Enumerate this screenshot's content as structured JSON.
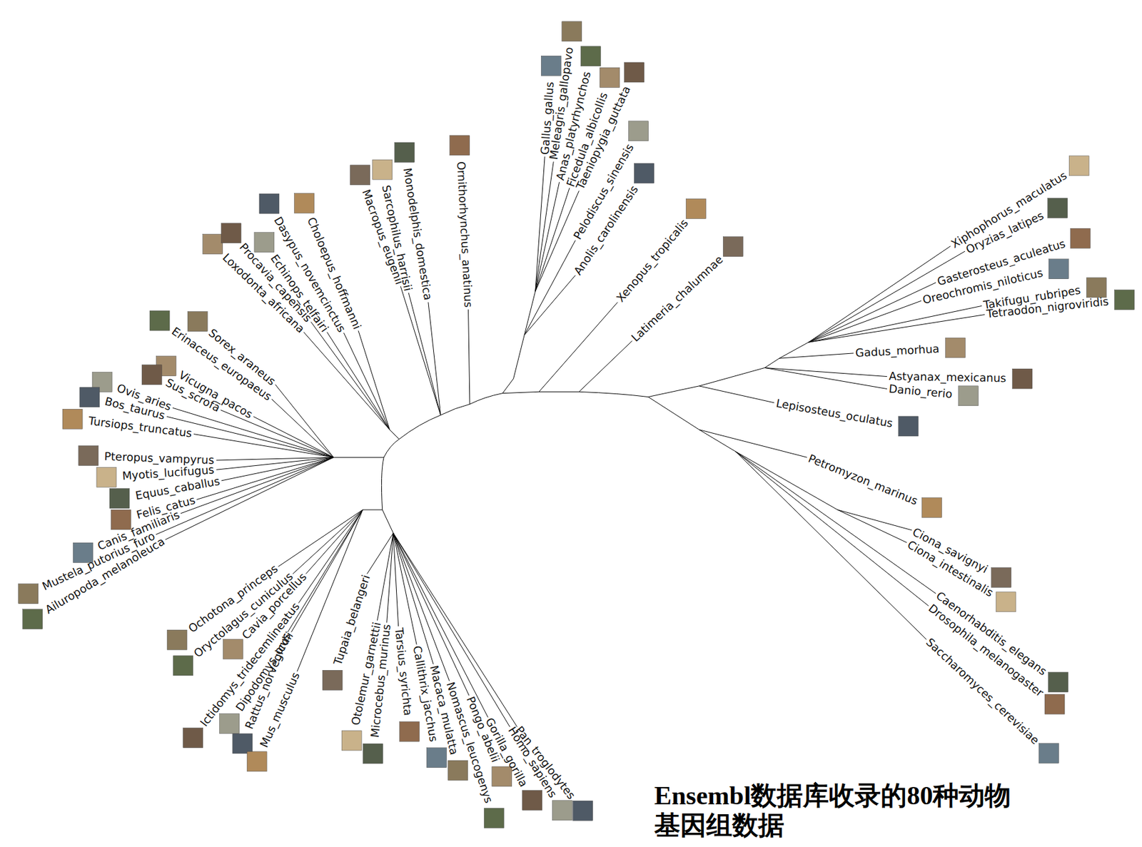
{
  "diagram": {
    "title": "Ensembl数据库收录的80种动物基因组数据",
    "labels": [
      "Sorex_araneus",
      "Erinaceus_europaeus",
      "Vicugna_pacos",
      "Sus_scrofa",
      "Ovis_aries",
      "Bos_taurus",
      "Tursiops_truncatus",
      "Pteropus_vampyrus",
      "Myotis_lucifugus",
      "Equus_caballus",
      "Felis_catus",
      "Canis_familiaris",
      "Mustela_putorius_furo",
      "Ailuropoda_melanoleuca",
      "Loxodonta_africana",
      "Procavia_capensis",
      "Echinops_telfairi",
      "Dasypus_novemcinctus",
      "Choloepus_hoffmanni",
      "Macropus_eugenii",
      "Sarcophilus_harrisii",
      "Monodelphis_domestica",
      "Ornithorhynchus_anatinus",
      "Gallus_gallus",
      "Meleagris_gallopavo",
      "Anas_platyrhynchos",
      "Ficedula_albicollis",
      "Taeniopygia_guttata",
      "Pelodiscus_sinensis",
      "Anolis_carolinensis",
      "Xenopus_tropicalis",
      "Latimeria_chalumnae",
      "Xiphophorus_maculatus",
      "Oryzias_latipes",
      "Gasterosteus_aculeatus",
      "Oreochromis_niloticus",
      "Takifugu_rubripes",
      "Tetraodon_nigroviridis",
      "Gadus_morhua",
      "Astyanax_mexicanus",
      "Danio_rerio",
      "Lepisosteus_oculatus",
      "Petromyzon_marinus",
      "Ciona_savignyi",
      "Ciona_intestinalis",
      "Caenorhabditis_elegans",
      "Drosophila_melanogaster",
      "Saccharomyces_cerevisiae",
      "Ochotona_princeps",
      "Oryctolagus_cuniculus",
      "Cavia_porcellus",
      "Ictidomys_tridecemlineatus",
      "Dipodomys_ordii",
      "Rattus_norvegicus",
      "Mus_musculus",
      "Tupaia_belangeri",
      "Otolemur_garnettii",
      "Microcebus_murinus",
      "Tarsius_syrichta",
      "Callithrix_jacchus",
      "Macaca_mulatta",
      "Nomascus_leucogenys",
      "Pongo_abelii",
      "Gorilla_gorilla",
      "Homo_sapiens",
      "Pan_troglodytes"
    ]
  }
}
